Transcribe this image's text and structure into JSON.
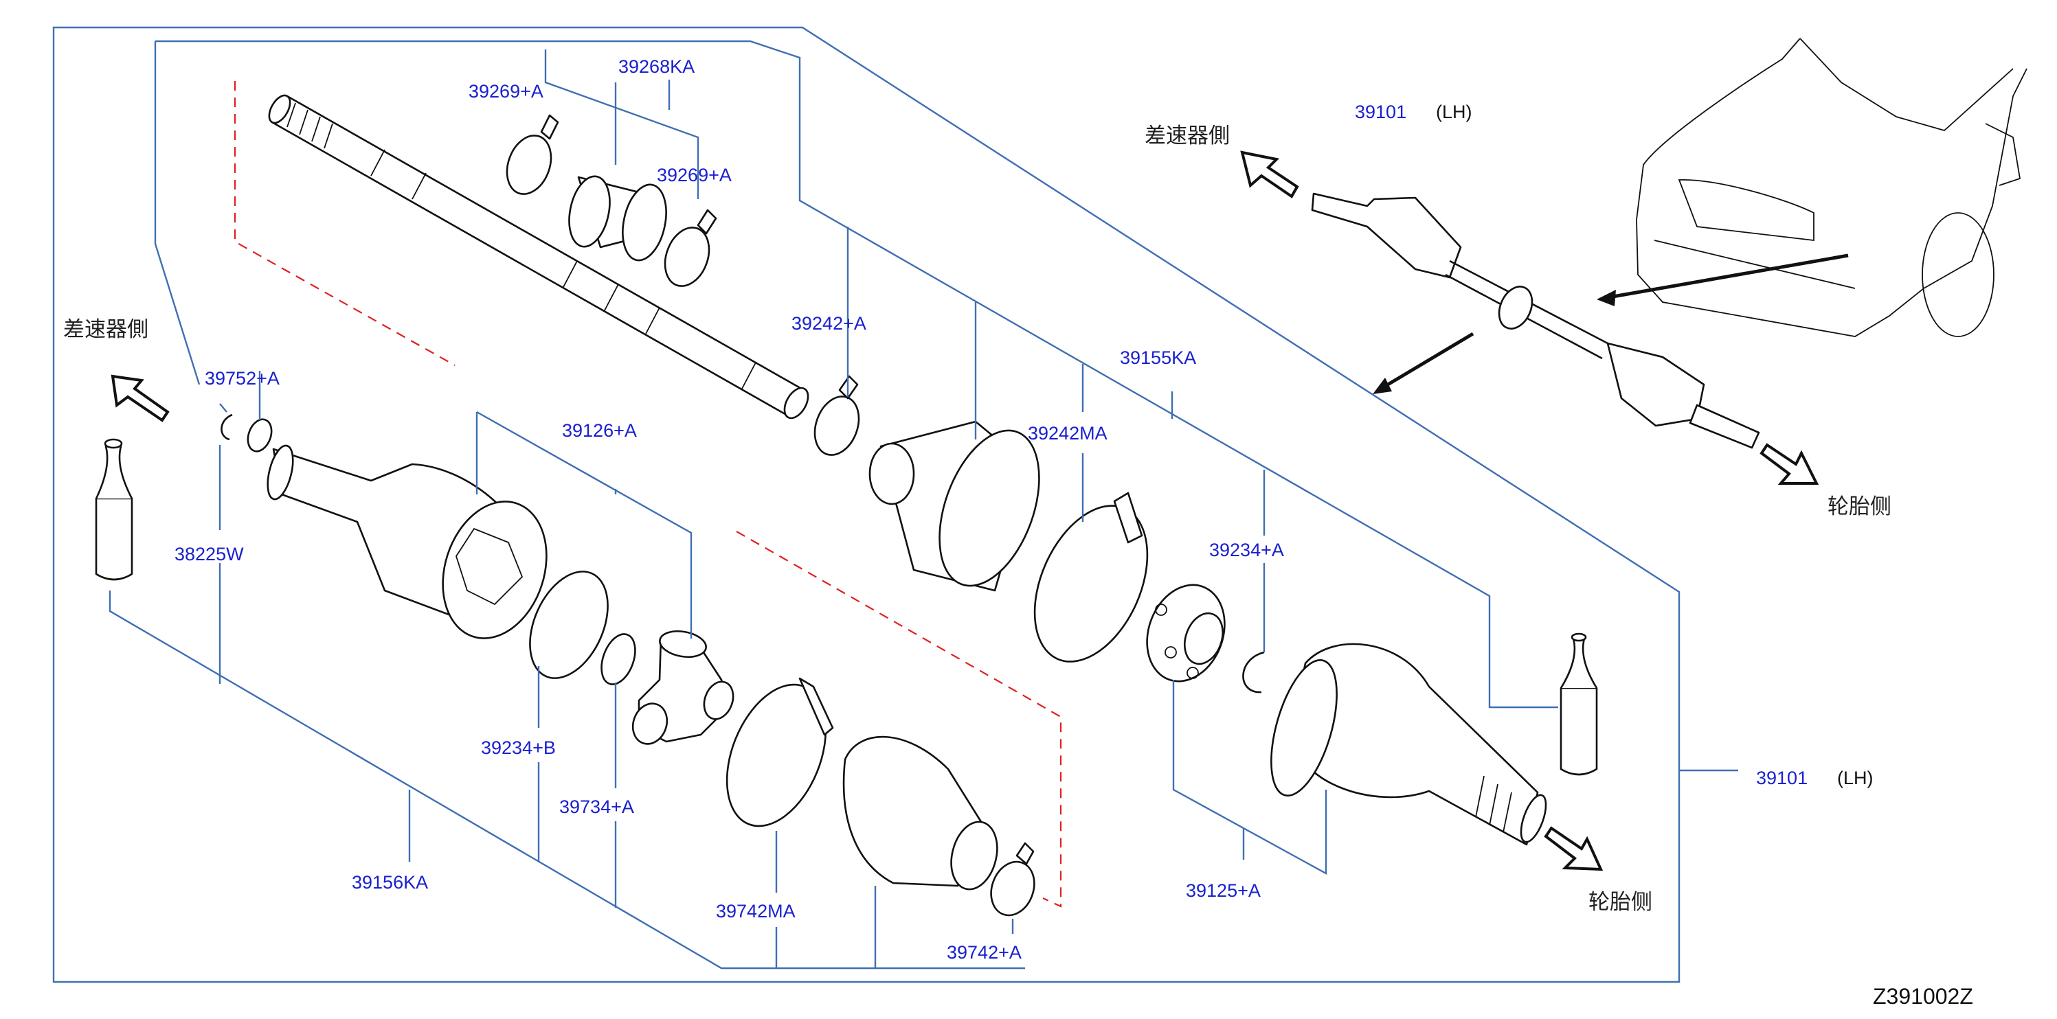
{
  "diagram": {
    "part_numbers": {
      "p39269A_top": "39269+A",
      "p39268KA": "39268KA",
      "p39269A_right": "39269+A",
      "p39242A": "39242+A",
      "p39155KA": "39155KA",
      "p39242MA": "39242MA",
      "p39752A": "39752+A",
      "p39126A": "39126+A",
      "p38225W": "38225W",
      "p39234A": "39234+A",
      "p39234B": "39234+B",
      "p39734A": "39734+A",
      "p39156KA": "39156KA",
      "p39742MA": "39742MA",
      "p39742A": "39742+A",
      "p39125A": "39125+A",
      "p39101_frame": "39101",
      "p39101_inset": "39101"
    },
    "side_labels": {
      "lh_frame": "(LH)",
      "lh_inset": "(LH)",
      "differential_side_left": "差速器側",
      "differential_side_inset": "差速器側",
      "tire_side_main": "轮胎侧",
      "tire_side_inset": "轮胎侧"
    },
    "drawing_code": "Z391002Z"
  }
}
